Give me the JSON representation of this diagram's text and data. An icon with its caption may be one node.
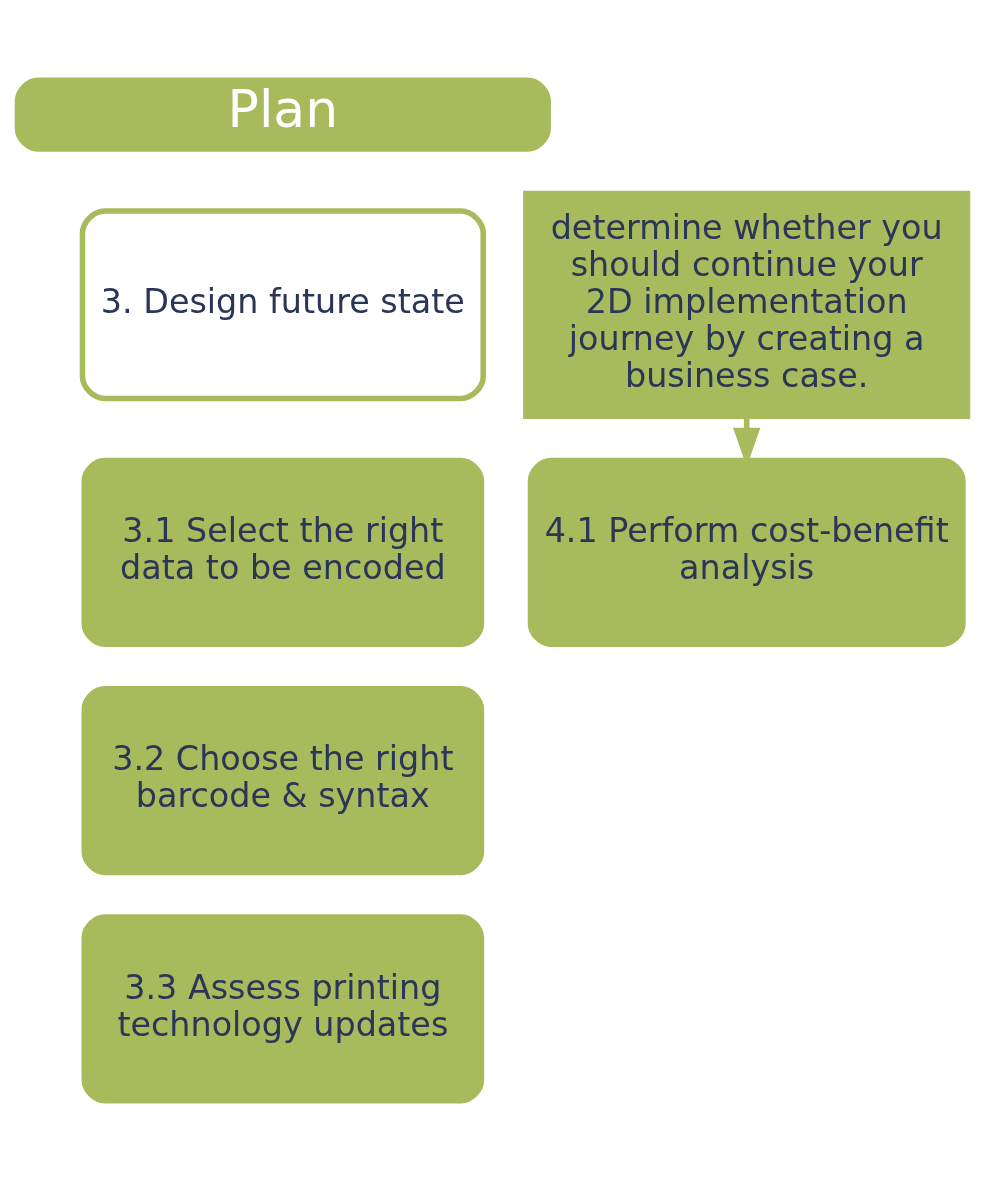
{
  "diagram": {
    "nodes": [
      {
        "text": [
          "Plan"
        ]
      },
      {
        "text": [
          "3. Design future state"
        ]
      },
      {
        "text": [
          "determine whether you should continue your 2D implementation journey by creating a business case."
        ]
      },
      {
        "text": [
          "3.1 Select the right data to be encoded"
        ]
      },
      {
        "text": [
          "4.1 Perform cost-benefit analysis"
        ]
      },
      {
        "text": [
          "3.2 Choose the right barcode & syntax"
        ]
      },
      {
        "text": [
          "3.3 Assess printing technology updates"
        ]
      }
    ],
    "edges": [
      {
        "from": 2,
        "to": 4,
        "arrow": "to"
      }
    ]
  }
}
